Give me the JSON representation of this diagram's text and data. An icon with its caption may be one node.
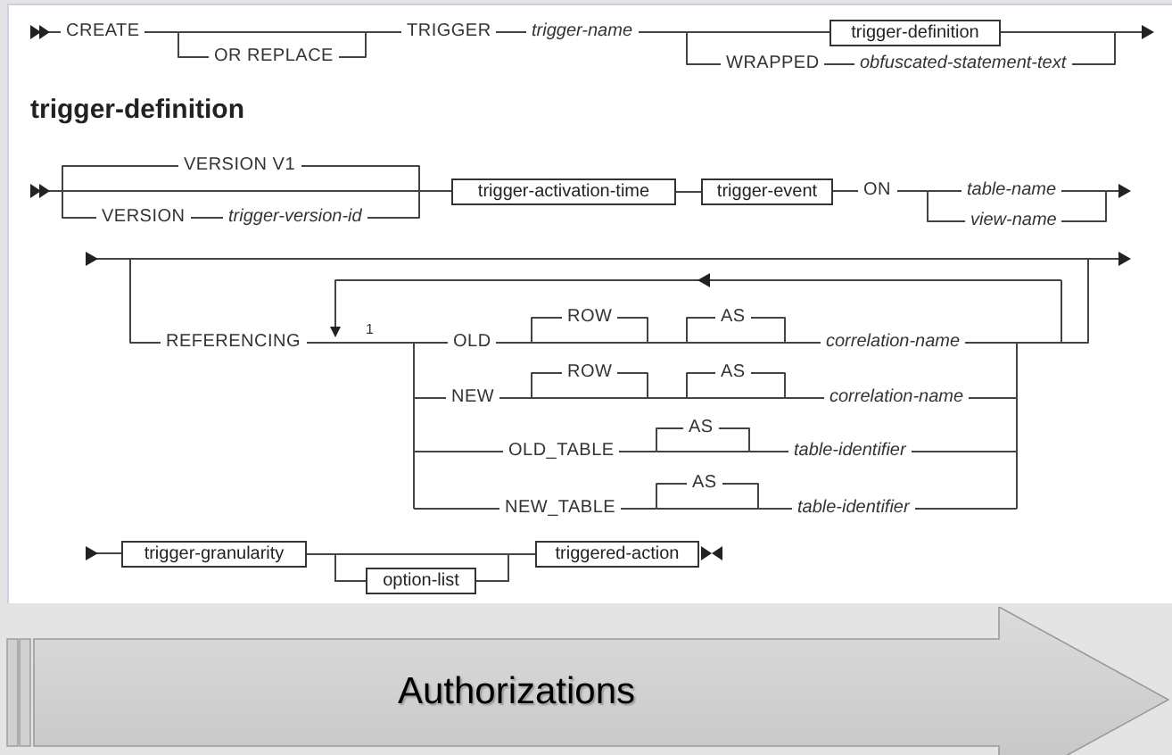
{
  "diagram": {
    "nodes": [
      {
        "text": [
          "trigger-definition"
        ]
      },
      {
        "text": [
          "trigger-activation-time"
        ]
      },
      {
        "text": [
          "trigger-event"
        ]
      },
      {
        "text": [
          "trigger-granularity"
        ]
      },
      {
        "text": [
          "option-list"
        ]
      },
      {
        "text": [
          "triggered-action"
        ]
      },
      {
        "text": [
          "Authorizations"
        ]
      }
    ],
    "edges": [
      {
        "from": 1,
        "to": 2,
        "arrow": "none"
      },
      {
        "from": 3,
        "to": 5,
        "arrow": "none"
      },
      {
        "from": 3,
        "to": 4,
        "arrow": "none"
      },
      {
        "from": 4,
        "to": 5,
        "arrow": "none"
      }
    ],
    "labels": [
      "CREATE",
      "OR REPLACE",
      "TRIGGER",
      "trigger-name",
      "WRAPPED",
      "obfuscated-statement-text",
      "trigger-definition",
      "VERSION V1",
      "VERSION",
      "trigger-version-id",
      "ON",
      "table-name",
      "view-name",
      "REFERENCING",
      "1",
      "OLD",
      "ROW",
      "AS",
      "correlation-name",
      "NEW",
      "ROW",
      "AS",
      "correlation-name",
      "OLD_TABLE",
      "AS",
      "table-identifier",
      "NEW_TABLE",
      "AS",
      "table-identifier"
    ]
  }
}
